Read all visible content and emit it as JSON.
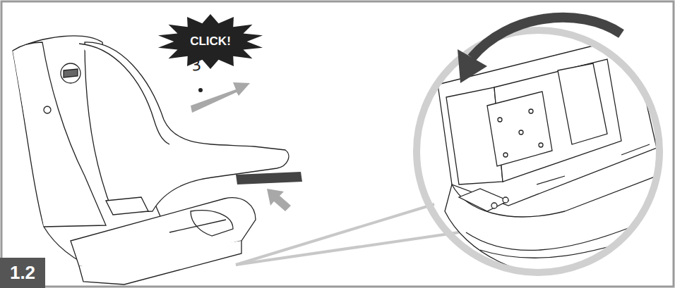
{
  "diagram": {
    "nodes": [
      {
        "text": [
          "CLICK!"
        ]
      },
      {
        "text": [
          "1.2"
        ]
      }
    ],
    "labels": [
      "3"
    ]
  }
}
